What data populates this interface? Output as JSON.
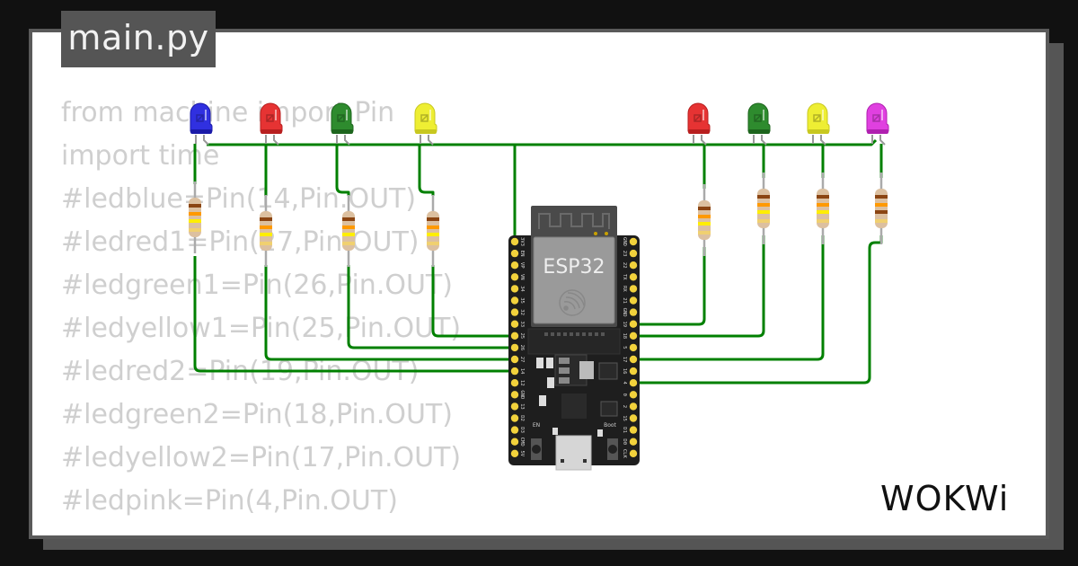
{
  "file_tab": {
    "label": "main.py"
  },
  "code": {
    "lines": [
      "from machine import Pin",
      "import time",
      "#ledblue=Pin(14,Pin.OUT)",
      "#ledred1=Pin(27,Pin.OUT)",
      "#ledgreen1=Pin(26,Pin.OUT)",
      "#ledyellow1=Pin(25,Pin.OUT)",
      "#ledred2=Pin(19,Pin.OUT)",
      "#ledgreen2=Pin(18,Pin.OUT)",
      "#ledyellow2=Pin(17,Pin.OUT)",
      "#ledpink=Pin(4,Pin.OUT)"
    ]
  },
  "board": {
    "label": "ESP32",
    "left_pins": [
      "3V3",
      "EN",
      "VP",
      "VN",
      "34",
      "35",
      "32",
      "33",
      "25",
      "26",
      "27",
      "14",
      "12",
      "GND",
      "13",
      "D2",
      "D3",
      "CMD",
      "5V"
    ],
    "right_pins": [
      "GND",
      "23",
      "22",
      "TX",
      "RX",
      "21",
      "GND",
      "19",
      "18",
      "5",
      "17",
      "16",
      "4",
      "0",
      "2",
      "15",
      "D1",
      "D0",
      "CLK"
    ],
    "buttons": {
      "en": "EN",
      "boot": "Boot"
    }
  },
  "leds": [
    {
      "name": "blue",
      "color": "#3030e0",
      "pin": "14"
    },
    {
      "name": "red1",
      "color": "#e63333",
      "pin": "27"
    },
    {
      "name": "green1",
      "color": "#2e8b2e",
      "pin": "26"
    },
    {
      "name": "yellow1",
      "color": "#eeee33",
      "pin": "25"
    },
    {
      "name": "red2",
      "color": "#e63333",
      "pin": "19"
    },
    {
      "name": "green2",
      "color": "#2e8b2e",
      "pin": "18"
    },
    {
      "name": "yellow2",
      "color": "#eeee33",
      "pin": "17"
    },
    {
      "name": "pink",
      "color": "#e040e0",
      "pin": "4"
    }
  ],
  "colors": {
    "wire": "#008000",
    "background": "#111111",
    "card": "#ffffff",
    "tab": "#555555"
  },
  "logo": {
    "text": "WOKWi"
  }
}
